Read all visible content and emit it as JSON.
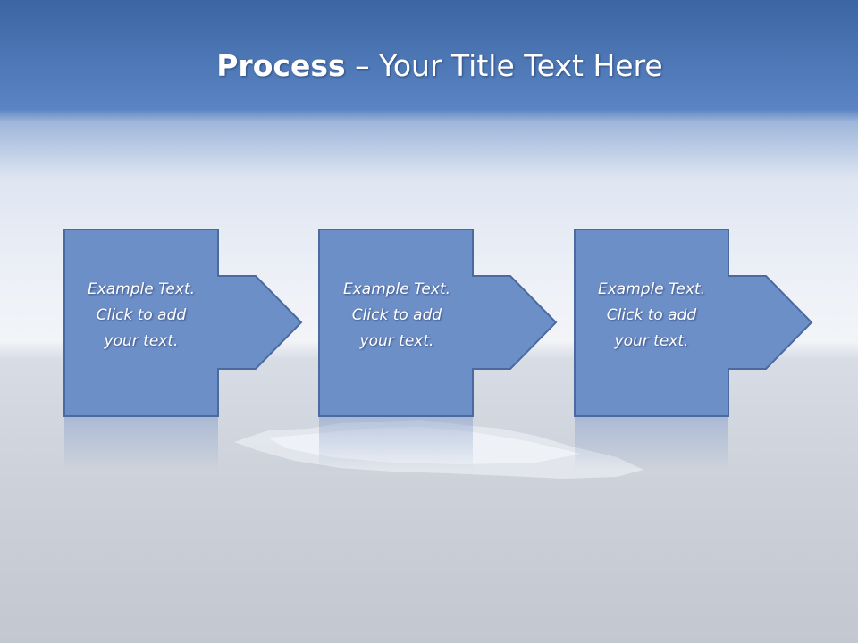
{
  "title": {
    "bold": "Process",
    "rest": " – Your Title Text Here"
  },
  "colors": {
    "box_fill": "#6d8fc8",
    "box_border": "#4a6aa0",
    "sky_top": "#3e69a6",
    "sky_band": "#5b85c4",
    "mist": "#e6ecf4",
    "water": "#c4c9d2"
  },
  "steps": [
    {
      "text": "Example Text.\nClick  to add\nyour text."
    },
    {
      "text": "Example Text.\nClick  to add\nyour text."
    },
    {
      "text": "Example Text.\nClick  to add\nyour text."
    }
  ]
}
